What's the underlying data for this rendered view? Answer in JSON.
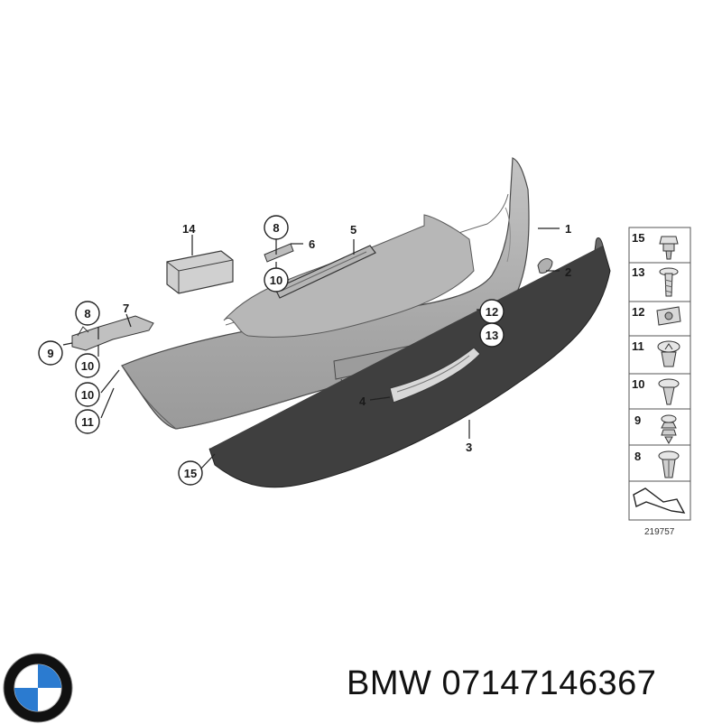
{
  "callouts": {
    "c1": "1",
    "c2": "2",
    "c3": "3",
    "c4": "4",
    "c5": "5",
    "c6": "6",
    "c7": "7",
    "c8a": "8",
    "c8b": "8",
    "c9": "9",
    "c10a": "10",
    "c10b": "10",
    "c10c": "10",
    "c11": "11",
    "c12": "12",
    "c13": "13",
    "c14": "14",
    "c15": "15"
  },
  "fastener_panel": {
    "items": [
      "15",
      "13",
      "12",
      "11",
      "10",
      "9",
      "8"
    ],
    "diagram_number": "219757"
  },
  "logo": {
    "brand": "BMW",
    "colors": {
      "blue": "#2b7bd0",
      "white": "#ffffff",
      "ring": "#111111"
    }
  },
  "footer": {
    "brand": "BMW",
    "part_number": "07147146367"
  }
}
